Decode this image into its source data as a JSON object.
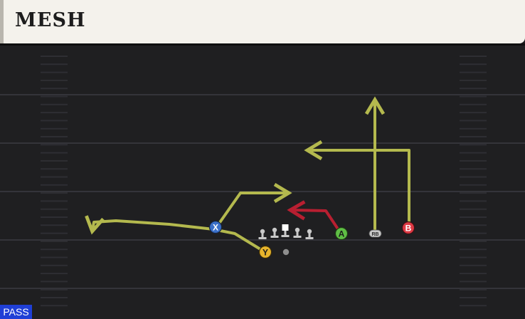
{
  "play": {
    "name": "MESH",
    "type_badge": "PASS"
  },
  "players": {
    "x": "X",
    "y": "Y",
    "a": "A",
    "b": "B",
    "rb": "RB"
  },
  "colors": {
    "route": "#b4b94e",
    "option_route": "#b81f31",
    "x": "#3a70c9",
    "y": "#e7b42c",
    "a": "#5fbe45",
    "b": "#dd3a44",
    "field": "#1f1f21",
    "badge": "#1f3fd6"
  }
}
